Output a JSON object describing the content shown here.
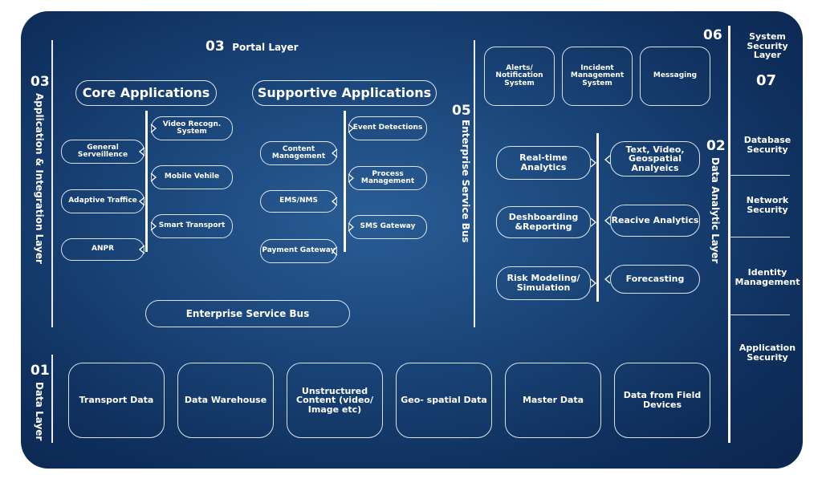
{
  "portal_layer": {
    "number": "03",
    "label": "Portal Layer"
  },
  "application_layer": {
    "number": "03",
    "label": "Application & Integration Layer"
  },
  "core_applications": {
    "title": "Core Applications",
    "left": [
      "General Serveillence",
      "Adaptive Traffice",
      "ANPR"
    ],
    "right": [
      "Video Recogn. System",
      "Mobile Vehile",
      "Smart Transport"
    ]
  },
  "supportive_applications": {
    "title": "Supportive Applications",
    "left": [
      "Content Management",
      "EMS/NMS",
      "Payment Gateway"
    ],
    "right": [
      "Event Detections",
      "Process Management",
      "SMS Gateway"
    ]
  },
  "bottom_bus": "Enterprise Service Bus",
  "enterprise_bus": {
    "number": "05",
    "label": "Enterprise Service Bus"
  },
  "top_services": [
    "Alerts/ Notification System",
    "Incident Management System",
    "Messaging"
  ],
  "analytic_layer": {
    "number": "02",
    "label": "Data Analytic Layer",
    "left": [
      "Real-time Analytics",
      "Deshboarding &Reporting",
      "Risk Modeling/ Simulation"
    ],
    "right": [
      "Text, Video, Geospatial Analyeics",
      "Reacive Analytics",
      "Forecasting"
    ]
  },
  "data_layer": {
    "number": "01",
    "label": "Data Layer",
    "items": [
      "Transport Data",
      "Data Warehouse",
      "Unstructured Content (video/ Image etc)",
      "Geo- spatial Data",
      "Master Data",
      "Data from Field Devices"
    ]
  },
  "security": {
    "number_top": "06",
    "title": "System Security Layer",
    "number": "07",
    "items": [
      "Database Security",
      "Network Security",
      "Identity Management",
      "Application Security"
    ]
  }
}
